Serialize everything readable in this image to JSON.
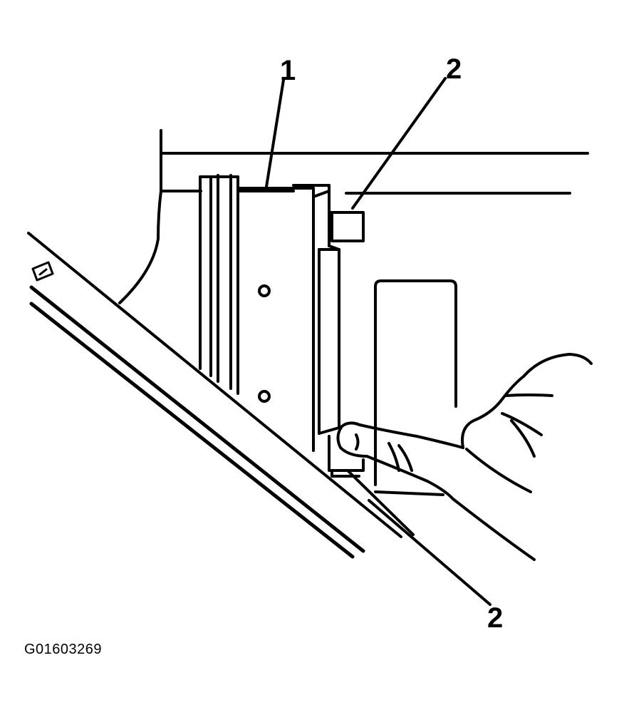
{
  "diagram": {
    "callouts": [
      {
        "id": "callout-1",
        "label": "1"
      },
      {
        "id": "callout-2-top",
        "label": "2"
      },
      {
        "id": "callout-2-bottom",
        "label": "2"
      }
    ],
    "figure_id": "G01603269",
    "line_color": "#000000",
    "background_color": "#ffffff"
  }
}
